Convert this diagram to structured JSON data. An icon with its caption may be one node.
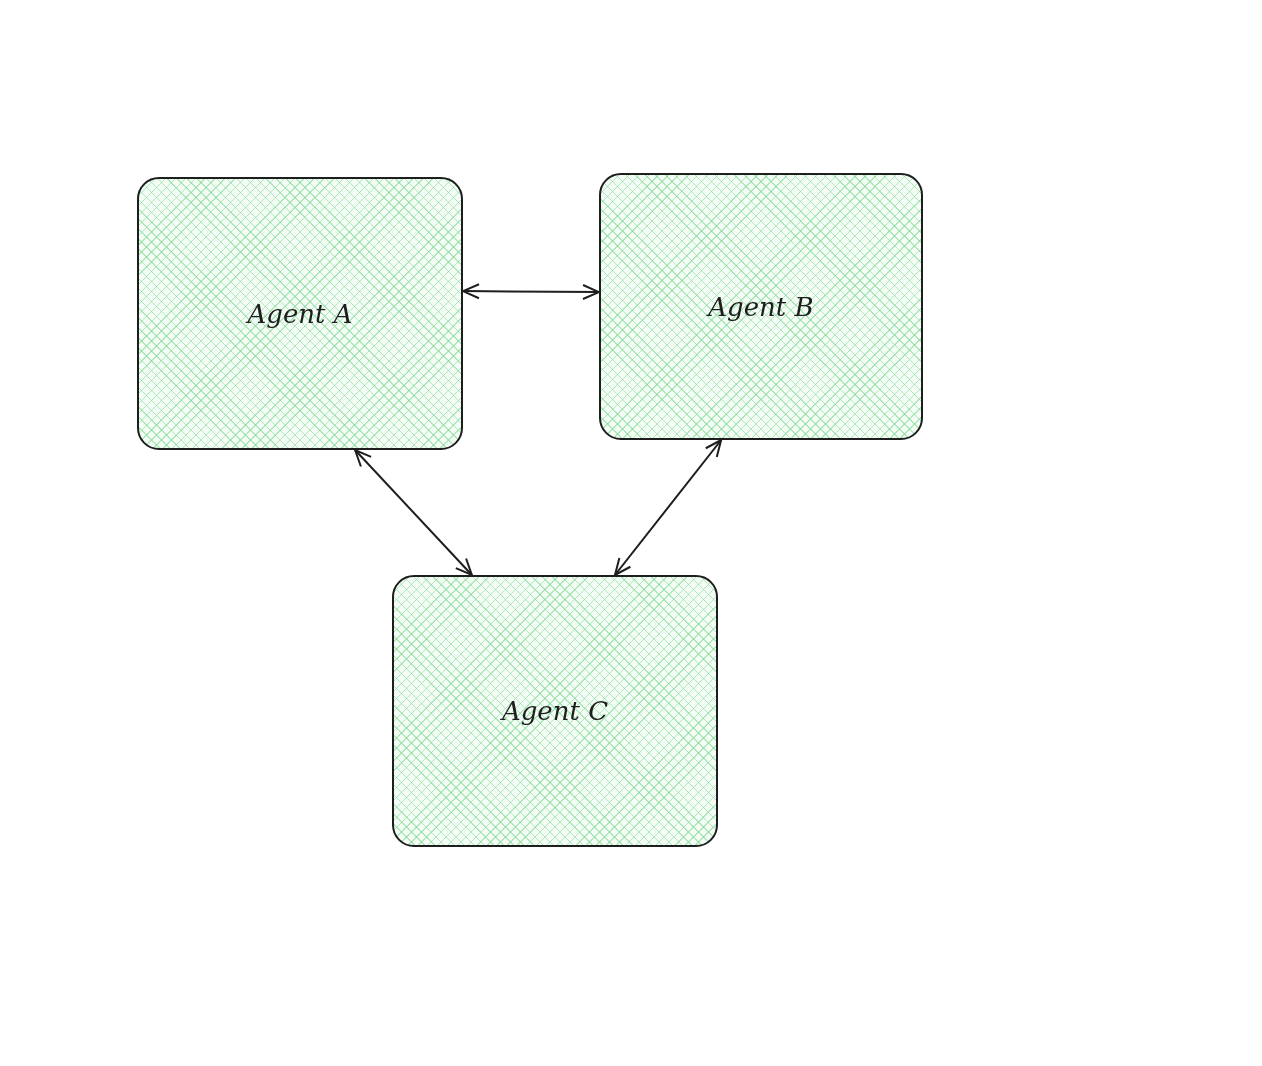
{
  "diagram": {
    "nodes": [
      {
        "text": [
          "Agent A"
        ]
      },
      {
        "text": [
          "Agent B"
        ]
      },
      {
        "text": [
          "Agent C"
        ]
      }
    ],
    "edges": [
      {
        "from": 0,
        "to": 1,
        "arrow": "both"
      },
      {
        "from": 0,
        "to": 2,
        "arrow": "both"
      },
      {
        "from": 1,
        "to": 2,
        "arrow": "both"
      }
    ]
  }
}
